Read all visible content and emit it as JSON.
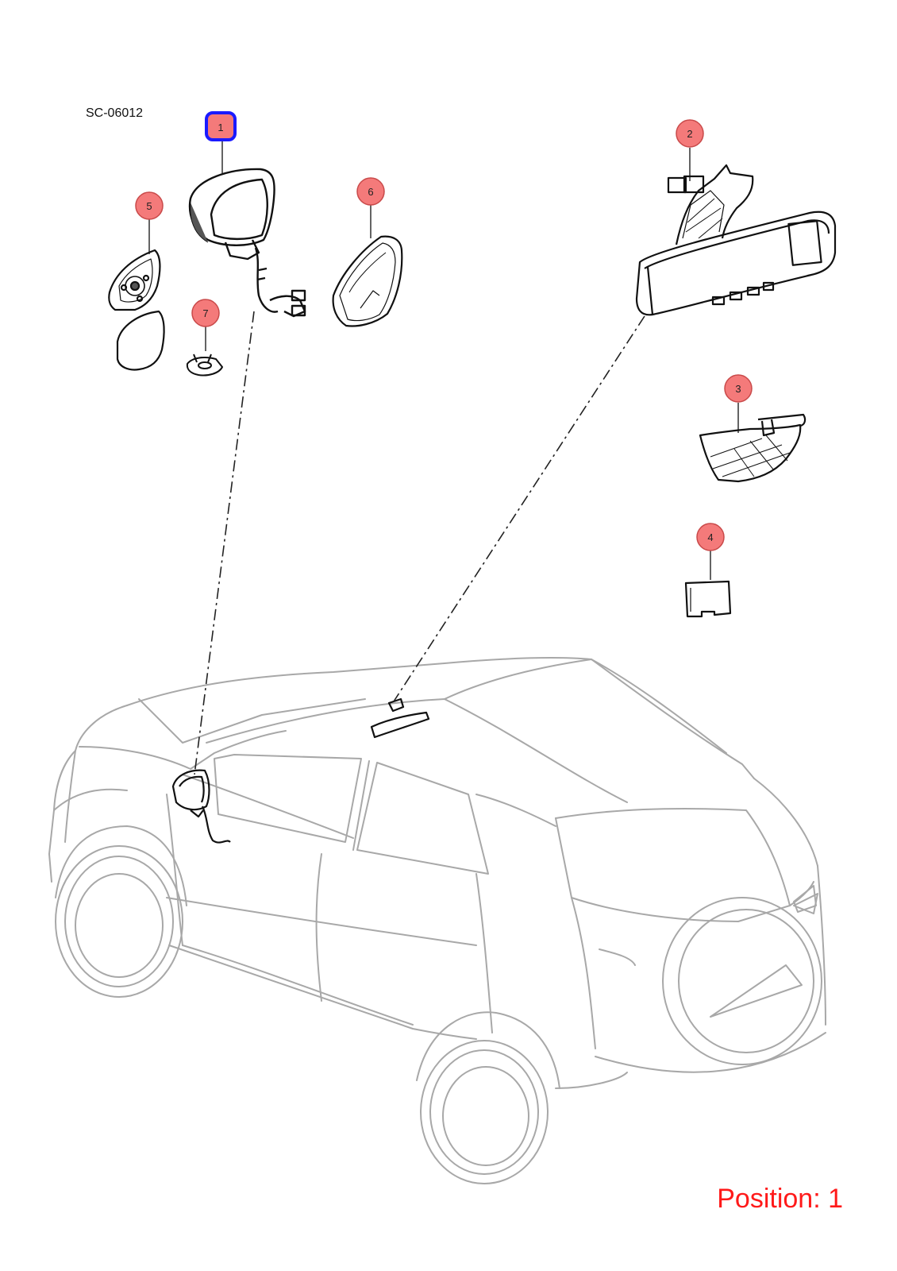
{
  "diagram_code": "SC-06012",
  "position_label": "Position: 1",
  "selected_callout": "1",
  "callouts": [
    "1",
    "2",
    "3",
    "4",
    "5",
    "6",
    "7"
  ],
  "colors": {
    "callout_fill": "#f47a7a",
    "callout_stroke": "#c94a4a",
    "selected_border": "#1a1aff",
    "position_text": "#ff1a1a",
    "part_line": "#111111",
    "vehicle_line": "#a8a8a8"
  }
}
